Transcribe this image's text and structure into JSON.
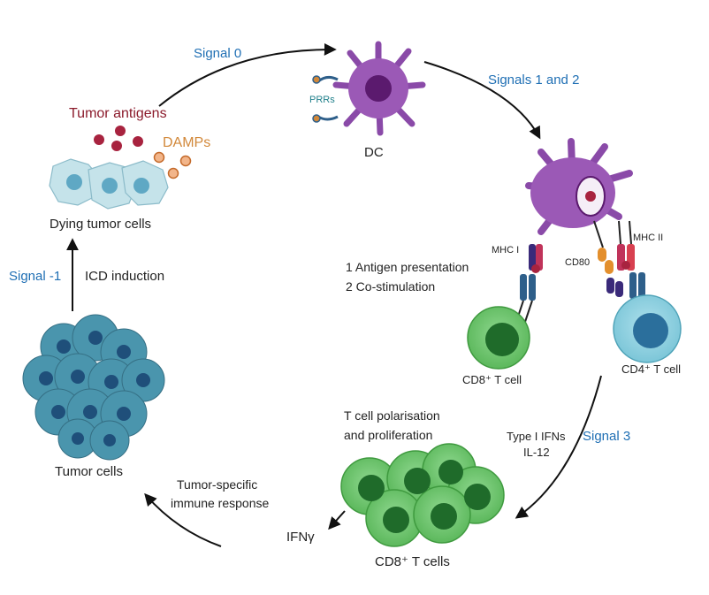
{
  "colors": {
    "signal_blue": "#1f6fb4",
    "antigen_red": "#8b1a2b",
    "damp_orange": "#d2883a",
    "dc_purple": "#8a4aa8",
    "tcell_green": "#5cb85c",
    "cd4_blue": "#7cc6d8",
    "tumor_blue": "#3f8ea6",
    "text": "#222222"
  },
  "signals": {
    "s0": "Signal 0",
    "s12": "Signals 1 and 2",
    "s3": "Signal 3",
    "sm1": "Signal -1"
  },
  "labels": {
    "tumor_antigens": "Tumor antigens",
    "damps": "DAMPs",
    "dying_tumor_cells": "Dying tumor cells",
    "icd_induction": "ICD induction",
    "tumor_cells": "Tumor cells",
    "prrs": "PRRs",
    "dc": "DC",
    "mhc1": "MHC I",
    "mhc2": "MHC II",
    "cd80": "CD80",
    "antigen_presentation": "1 Antigen presentation",
    "co_stimulation": "2 Co-stimulation",
    "cd8_tcell": "CD8⁺ T cell",
    "cd4_tcell": "CD4⁺ T cell",
    "type_ifns": "Type I IFNs",
    "il12": "IL-12",
    "polarisation_1": "T cell polarisation",
    "polarisation_2": "and proliferation",
    "cd8_tcells": "CD8⁺ T cells",
    "tumor_specific_1": "Tumor-specific",
    "tumor_specific_2": "immune response",
    "ifng": "IFNγ"
  }
}
